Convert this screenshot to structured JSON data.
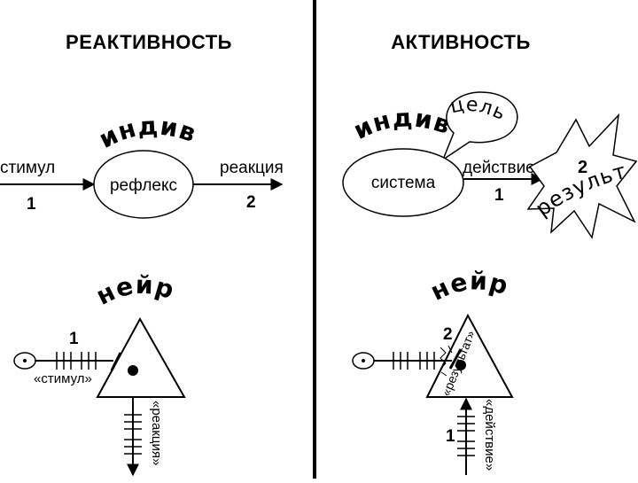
{
  "headings": {
    "left": "РЕАКТИВНОСТЬ",
    "right": "АКТИВНОСТЬ"
  },
  "reactive": {
    "arc_label": "индивид",
    "input_label": "стимул",
    "input_number": "1",
    "node_label": "рефлекс",
    "output_label": "реакция",
    "output_number": "2"
  },
  "active": {
    "arc_label": "индивид",
    "goal_label": "цель",
    "node_label": "система",
    "output_label": "действие",
    "output_number": "1",
    "result_label": "результат",
    "result_number": "2"
  },
  "neuron_left": {
    "arc_label": "нейрон",
    "input_label": "«стимул»",
    "input_number": "1",
    "output_label": "«реакция»"
  },
  "neuron_right": {
    "arc_label": "нейрон",
    "result_label": "«результат»",
    "result_number": "2",
    "output_label": "«действие»",
    "output_number": "1"
  }
}
